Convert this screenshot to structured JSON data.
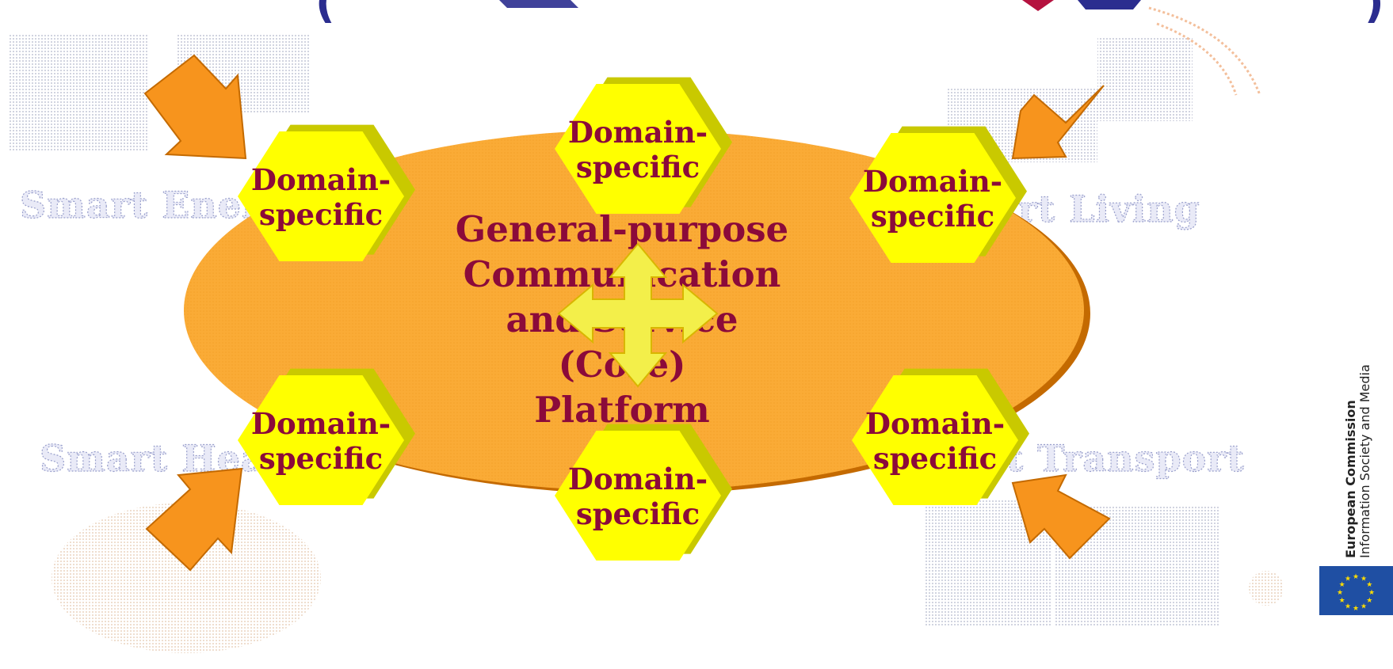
{
  "title": {
    "left_fragment": "(",
    "right_fragment": ")"
  },
  "core_platform": {
    "lines": [
      "General-purpose",
      "Communication",
      "and Service",
      "(Core)",
      "Platform"
    ]
  },
  "domain_modules": [
    {
      "line1": "Domain-",
      "line2": "specific"
    },
    {
      "line1": "Domain-",
      "line2": "specific"
    },
    {
      "line1": "Domain-",
      "line2": "specific"
    },
    {
      "line1": "Domain-",
      "line2": "specific"
    },
    {
      "line1": "Domain-",
      "line2": "specific"
    },
    {
      "line1": "Domain-",
      "line2": "specific"
    }
  ],
  "background_labels": {
    "smart_energy": "Smart Energy",
    "smart_living": "Smart Living",
    "smart_health": "Smart Health",
    "smart_transport": "Smart Transport"
  },
  "branding": {
    "org_line1": "European Commission",
    "org_line2": "Information Society and Media"
  },
  "colors": {
    "ellipse": "#f99f1b",
    "ellipse_shadow": "#c46a00",
    "hexagon": "#ffff00",
    "hexagon_side": "#c9c900",
    "text": "#8b0a3a",
    "arrow": "#f7941d",
    "eu_blue": "#1f4fa3",
    "title_blue": "#2b2d8f",
    "title_red": "#b5123f"
  }
}
